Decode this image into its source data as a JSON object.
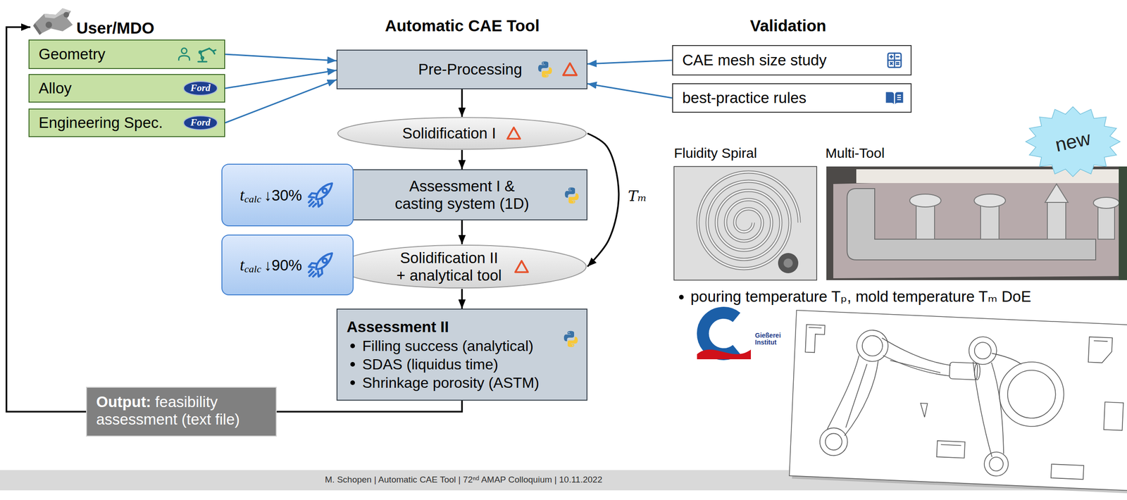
{
  "diagram": {
    "nodes": [
      {
        "text": [
          "User/MDO"
        ]
      },
      {
        "text": [
          "Geometry"
        ]
      },
      {
        "text": [
          "Alloy",
          "Ford"
        ]
      },
      {
        "text": [
          "Engineering Spec.",
          "Ford"
        ]
      },
      {
        "text": [
          "Pre-Processing"
        ]
      },
      {
        "text": [
          "Solidification I"
        ]
      },
      {
        "text": [
          "t",
          "calc",
          "↓30%"
        ]
      },
      {
        "text": [
          "Assessment I & casting system (1D)"
        ]
      },
      {
        "text": [
          "t",
          "calc",
          "↓90%"
        ]
      },
      {
        "text": [
          "Solidification II + analytical tool"
        ]
      },
      {
        "text": [
          "Assessment II",
          "Filling success (analytical)",
          "SDAS (liquidus time)",
          "Shrinkage porosity (ASTM)"
        ]
      },
      {
        "text": [
          "Output:",
          "feasibility assessment (text file)"
        ]
      },
      {
        "text": [
          "CAE mesh size study"
        ]
      },
      {
        "text": [
          "best-practice rules"
        ]
      },
      {
        "text": [
          "new"
        ]
      }
    ],
    "edges": [
      {
        "from": 1,
        "to": 4,
        "arrow": "to"
      },
      {
        "from": 2,
        "to": 4,
        "arrow": "to"
      },
      {
        "from": 3,
        "to": 4,
        "arrow": "to"
      },
      {
        "from": 12,
        "to": 4,
        "arrow": "to"
      },
      {
        "from": 13,
        "to": 4,
        "arrow": "to"
      },
      {
        "from": 4,
        "to": 5,
        "arrow": "to"
      },
      {
        "from": 5,
        "to": 7,
        "arrow": "to"
      },
      {
        "from": 7,
        "to": 9,
        "arrow": "to"
      },
      {
        "from": 9,
        "to": 10,
        "arrow": "to"
      },
      {
        "from": 5,
        "to": 9,
        "arrow": "to",
        "label": "Tₘ"
      },
      {
        "from": 10,
        "to": 11,
        "arrow": "none"
      },
      {
        "from": 11,
        "to": 0,
        "arrow": "to"
      }
    ],
    "labels": [
      "Automatic CAE Tool",
      "Validation",
      "Fluidity Spiral",
      "Multi-Tool",
      "pouring temperature Tₚ, mold temperature Tₘ DoE",
      "Gießerei Institut",
      "M. Schopen | Automatic CAE Tool | 72ⁿᵈ AMAP Colloquium | 10.11.2022"
    ]
  }
}
